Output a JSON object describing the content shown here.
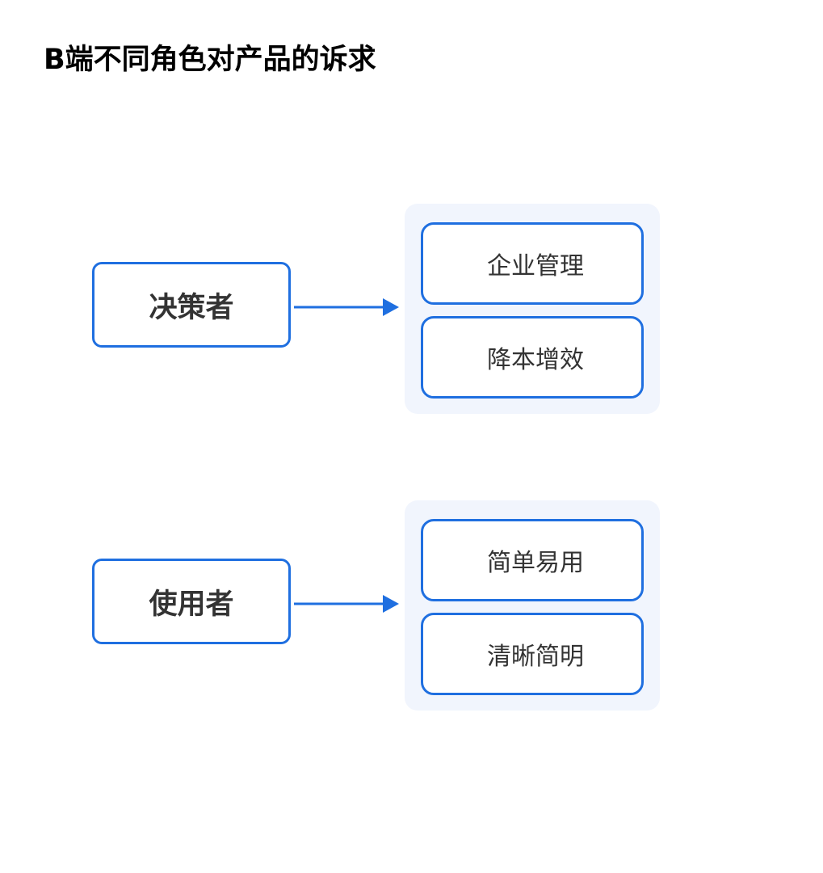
{
  "title": "B端不同角色对产品的诉求",
  "colors": {
    "accent": "#1f6fe0",
    "panel_bg": "#f1f5fd",
    "text": "#333333"
  },
  "groups": [
    {
      "role": "决策者",
      "needs": [
        "企业管理",
        "降本增效"
      ]
    },
    {
      "role": "使用者",
      "needs": [
        "简单易用",
        "清晰简明"
      ]
    }
  ]
}
